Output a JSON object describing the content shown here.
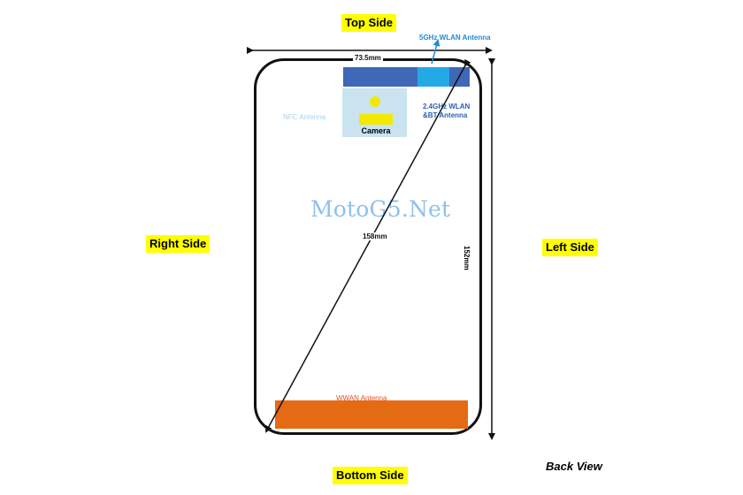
{
  "sides": {
    "top": "Top Side",
    "bottom": "Bottom Side",
    "right": "Right Side",
    "left": "Left Side"
  },
  "view_label": "Back View",
  "watermark": "MotoG5.Net",
  "dimensions": {
    "width": "73.5mm",
    "height": "152mm",
    "diagonal": "158mm"
  },
  "components": {
    "wlan_5ghz": "5GHz WLAN Antenna",
    "wlan_24ghz_line1": "2.4GHz WLAN",
    "wlan_24ghz_line2": "&BT Antenna",
    "nfc": "NFC Antenna",
    "camera": "Camera",
    "wwan": "WWAN Antenna"
  },
  "colors": {
    "highlight": "#ffff00",
    "top_antenna": "#3f68b6",
    "wlan_5ghz": "#23a9e6",
    "camera_area": "#c9e3f1",
    "camera_marker": "#f3e800",
    "wwan": "#e56a14",
    "watermark": "#8fc0ec"
  }
}
